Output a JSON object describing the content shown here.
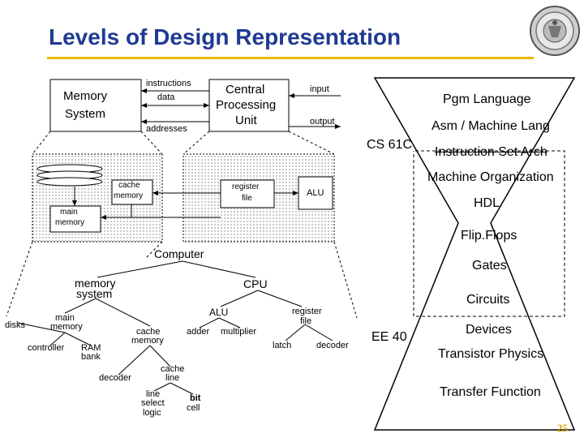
{
  "slide": {
    "title": "Levels of Design Representation",
    "page_number": "25"
  },
  "block_diagram": {
    "memory_system": "Memory System",
    "memory_line1": "Memory",
    "memory_line2": "System",
    "cpu_line1": "Central",
    "cpu_line2": "Processing",
    "cpu_line3": "Unit",
    "instructions": "instructions",
    "data": "data",
    "addresses": "addresses",
    "input": "input",
    "output": "output",
    "cache1": "cache",
    "cache2": "memory",
    "main1": "main",
    "main2": "memory",
    "reg1": "register",
    "reg2": "file",
    "alu": "ALU"
  },
  "tree": {
    "computer": "Computer",
    "memory_system_1": "memory",
    "memory_system_2": "system",
    "cpu": "CPU",
    "main_memory_1": "main",
    "main_memory_2": "memory",
    "disks": "disks",
    "cache_memory_1": "cache",
    "cache_memory_2": "memory",
    "controller": "controller",
    "ram_bank_1": "RAM",
    "ram_bank_2": "bank",
    "decoder_left": "decoder",
    "cache_line_1": "cache",
    "cache_line_2": "line",
    "line_select_1": "line",
    "line_select_2": "select",
    "line_select_3": "logic",
    "bit_cell_1": "bit",
    "bit_cell_2": "cell",
    "alu": "ALU",
    "adder": "adder",
    "multiplier": "multiplier",
    "register_file_1": "register",
    "register_file_2": "file",
    "latch": "latch",
    "decoder_right": "decoder"
  },
  "hourglass": {
    "levels": [
      "Pgm Language",
      "Asm / Machine Lang",
      "Instruction Set Arch",
      "Machine Organization",
      "HDL",
      "Flip.Flops",
      "Gates",
      "Circuits",
      "Devices",
      "Transistor Physics",
      "Transfer Function"
    ],
    "cs61c": "CS 61C",
    "ee40": "EE 40"
  }
}
